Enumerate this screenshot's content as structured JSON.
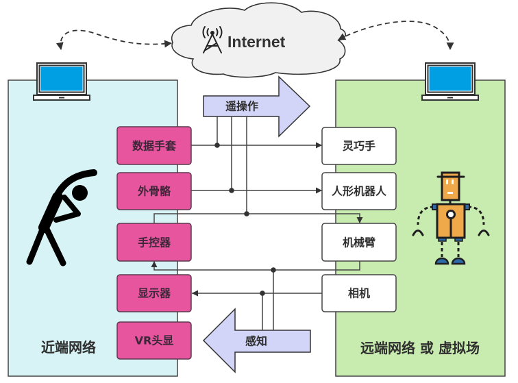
{
  "cloud": {
    "label": "Internet",
    "icon": "antenna-tower-icon"
  },
  "near_side": {
    "label": "近端网络",
    "icon": "person-stretching-icon",
    "terminal_icon": "laptop-icon",
    "devices": [
      {
        "label": "数据手套"
      },
      {
        "label": "外骨骼"
      },
      {
        "label": "手控器"
      },
      {
        "label": "显示器"
      },
      {
        "label": "VR头显"
      }
    ]
  },
  "far_side": {
    "label": "远端网络 或 虚拟场",
    "icon": "robot-icon",
    "terminal_icon": "laptop-icon",
    "devices": [
      {
        "label": "灵巧手"
      },
      {
        "label": "人形机器人"
      },
      {
        "label": "机械臂"
      },
      {
        "label": "相机"
      }
    ]
  },
  "flows": {
    "teleoperation": {
      "label": "遥操作",
      "direction": "near-to-far"
    },
    "perception": {
      "label": "感知",
      "direction": "far-to-near"
    }
  },
  "connections": [
    {
      "from": "数据手套",
      "to": "灵巧手",
      "flow": "遥操作"
    },
    {
      "from": "外骨骼",
      "to": "人形机器人",
      "flow": "遥操作"
    },
    {
      "from": "手控器",
      "to": "机械臂",
      "flow": "遥操作"
    },
    {
      "from": "机械臂",
      "to": "手控器",
      "flow": "感知"
    },
    {
      "from": "相机",
      "to": "显示器",
      "flow": "感知"
    }
  ],
  "network_links": [
    {
      "from": "近端网络",
      "to": "Internet",
      "style": "dashed-bidirectional"
    },
    {
      "from": "Internet",
      "to": "远端网络 或 虚拟场",
      "style": "dashed-bidirectional"
    }
  ],
  "colors": {
    "near_panel": "#d8f3f5",
    "far_panel": "#c8ebb0",
    "input_device": "#e8559f",
    "output_device": "#ffffff",
    "flow_arrow": "#d3d5f8",
    "laptop_screen": "#009fe3",
    "robot_body": "#f0a94a",
    "robot_accent": "#2e6aa8"
  }
}
